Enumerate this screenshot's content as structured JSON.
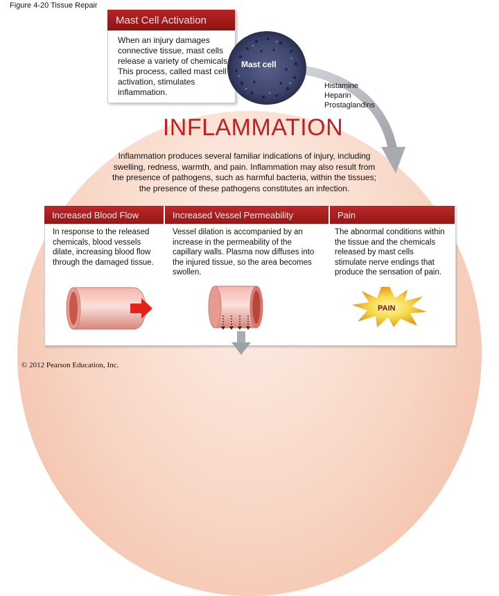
{
  "figure_title": "Figure 4-20 Tissue Repair",
  "mast_cell_panel": {
    "header": "Mast Cell Activation",
    "text": "When an injury damages connective tissue, mast cells release a variety of chemicals. This process, called mast cell activation, stimulates inflammation.",
    "cell_label": "Mast cell",
    "chemicals": [
      "Histamine",
      "Heparin",
      "Prostaglandins"
    ]
  },
  "inflammation": {
    "heading": "INFLAMMATION",
    "text": "Inflammation produces several familiar indications of injury, including swelling, redness, warmth, and pain. Inflammation may also result from the presence of pathogens, such as harmful bacteria, within the tissues; the presence of these pathogens constitutes an infection."
  },
  "columns": [
    {
      "header": "Increased Blood Flow",
      "text": "In response to the released chemicals, blood vessels dilate, increasing blood flow through the damaged tissue."
    },
    {
      "header": "Increased Vessel Permeability",
      "text": "Vessel dilation is accompanied by an increase in the permeability of the capillary walls. Plasma now diffuses into the injured tissue, so the area becomes swollen."
    },
    {
      "header": "Pain",
      "text": "The abnormal conditions within the tissue and the chemicals released by mast cells stimulate nerve endings that produce the sensation of pain."
    }
  ],
  "pain_label": "PAIN",
  "copyright": "© 2012 Pearson Education, Inc.",
  "colors": {
    "header_red": "#a81c1c",
    "heading_red": "#c31f1f",
    "dome_peach": "#f8d5c4",
    "mast_cell": "#3a3f63",
    "arrow_gray": "#b5b8bd"
  }
}
